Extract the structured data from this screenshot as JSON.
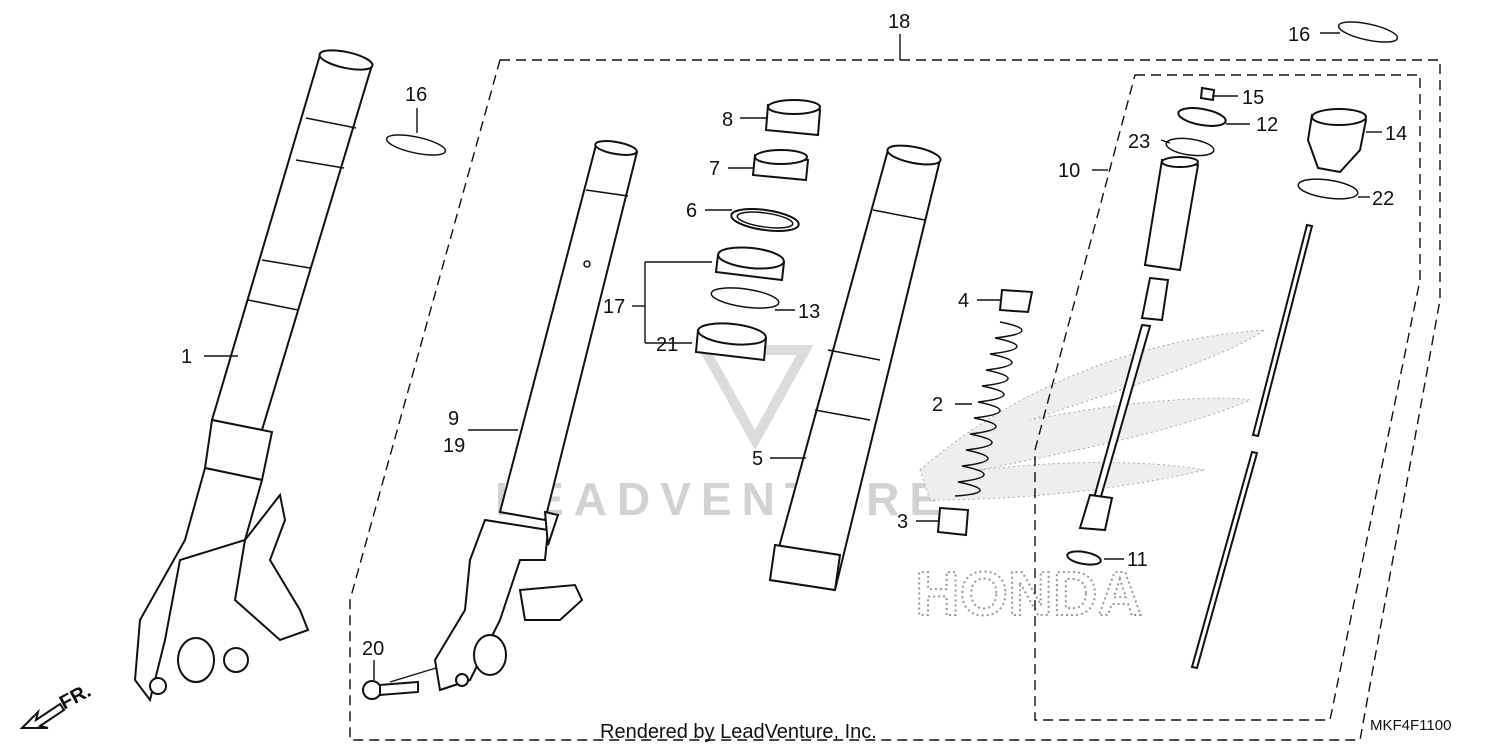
{
  "diagram": {
    "footer_text": "Rendered by LeadVenture, Inc.",
    "diagram_code": "MKF4F1100",
    "front_arrow_label": "FR.",
    "watermark_text": "LEADVENTURE",
    "brand_text": "HONDA",
    "callouts": {
      "c1": "1",
      "c2": "2",
      "c3": "3",
      "c4": "4",
      "c5": "5",
      "c6": "6",
      "c7": "7",
      "c8": "8",
      "c9": "9",
      "c10": "10",
      "c11": "11",
      "c12": "12",
      "c13": "13",
      "c14": "14",
      "c15": "15",
      "c16a": "16",
      "c16b": "16",
      "c17": "17",
      "c18": "18",
      "c19": "19",
      "c20": "20",
      "c21": "21",
      "c22": "22",
      "c23": "23"
    },
    "colors": {
      "line": "#111111",
      "watermark": "#d2d2d2",
      "brand_dots": "#999999"
    }
  }
}
